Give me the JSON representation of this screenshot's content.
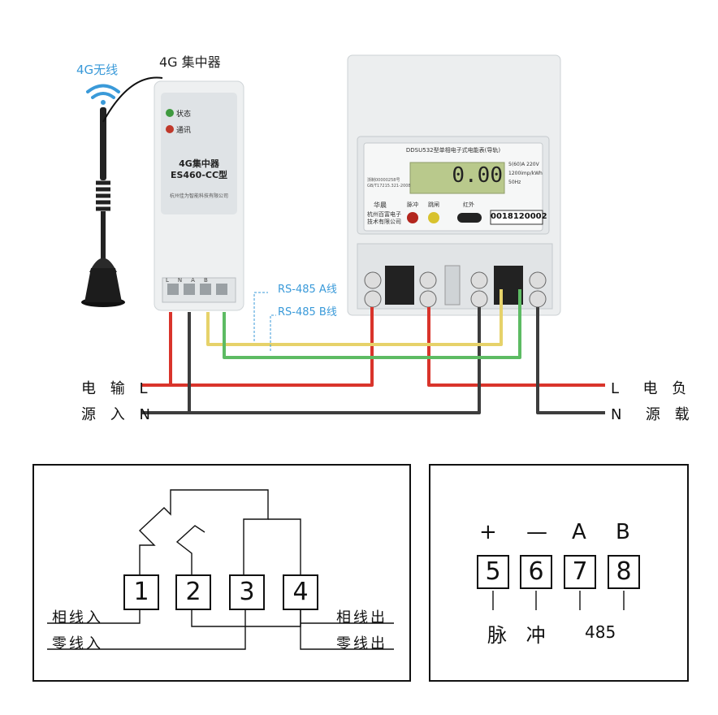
{
  "top": {
    "antenna_label": "4G无线",
    "concentrator_title": "4G 集中器",
    "concentrator": {
      "led_status": "状态",
      "led_comm": "通讯",
      "name_line1": "4G集中器",
      "name_line2": "ES460-CC型",
      "company": "杭州佳为智能科技有限公司",
      "terminals": [
        "L",
        "N",
        "A",
        "B"
      ]
    },
    "meter": {
      "title": "DDSU532型单相电子式电能表(导轨)",
      "reading": "0.00",
      "spec1": "5(60)A 220V",
      "spec2": "1200imp/kWh",
      "spec3": "50Hz",
      "brand": "华晨",
      "company_line1": "杭州百富电子",
      "company_line2": "技术有限公司",
      "pulse": "脉冲",
      "trip": "跳闸",
      "ir": "红外",
      "serial": "0018120002",
      "meta1": "浙制00000258号",
      "meta2": "GB/T17215.321-2008"
    },
    "rs485_a": "RS-485 A线",
    "rs485_b": "RS-485 B线",
    "left_top": "电 输 L",
    "left_bottom": "源 入 N",
    "right_top": "L  电 负",
    "right_bottom": "N  源 载"
  },
  "left_diagram": {
    "terminals": [
      "1",
      "2",
      "3",
      "4"
    ],
    "phase_in": "相线入",
    "neutral_in": "零线入",
    "phase_out": "相线出",
    "neutral_out": "零线出"
  },
  "right_diagram": {
    "signs": [
      "+",
      "—",
      "A",
      "B"
    ],
    "terminals": [
      "5",
      "6",
      "7",
      "8"
    ],
    "pulse_label": "脉 冲",
    "rs485_label": "485"
  },
  "colors": {
    "live": "#d9342b",
    "neutral": "#3d3d3d",
    "yellow": "#e6d26a",
    "green": "#5dbb63",
    "accent_blue": "#3a9ad9"
  }
}
